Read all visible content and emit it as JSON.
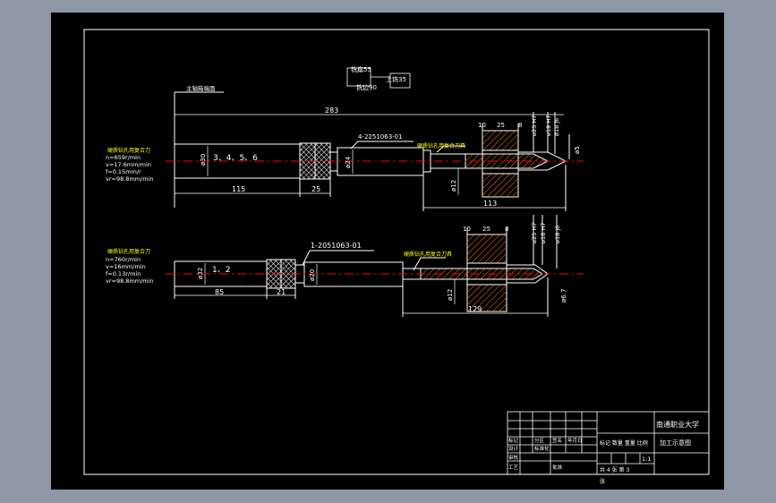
{
  "colors": {
    "background": "#8d97a6",
    "sheet": "#000000",
    "line": "#ffffff",
    "annotation": "#ffff00",
    "centerline": "#ff0000",
    "hatch": "#ff7f00"
  },
  "header": {
    "label_a": "铣扁55",
    "label_b": "上铣35",
    "label_c": "铣边90"
  },
  "top_view": {
    "ref_note": "主轴箱端面",
    "total_length": "283",
    "tool_code": "4-2251063-01",
    "station_label": "3、4、5、6",
    "dim_left_long": "115",
    "dim_left_short": "25",
    "dia_body": "ø30",
    "dia_shank": "ø24",
    "dia_small": "ø12",
    "dim_right": "113",
    "dim_10": "10",
    "dim_25": "25",
    "dim_8": "8",
    "dia_tip": "ø5",
    "dia_a": "ø25 H7",
    "dia_b": "ø18 H7",
    "dia_c": "ø18 j6",
    "cut_note": "硬质钻孔用复合刀具",
    "params_title": "硬质钻孔用复合刀",
    "param_1": "n=659r/min",
    "param_2": "v=17.6mm/min",
    "param_3": "f=0.15mm/r",
    "param_4": "vr=98.8mm/min"
  },
  "bottom_view": {
    "tool_code": "1-2051063-01",
    "station_label": "1、2",
    "dim_85": "85",
    "dim_21": "21",
    "dia_body": "ø32",
    "dia_shank": "ø20",
    "dia_small": "ø12",
    "dim_129": "129",
    "dim_10": "10",
    "dim_25": "25",
    "dim_8": "8",
    "dia_tip": "ø6.7",
    "dia_a": "ø25 H7",
    "dia_b": "ø18 H7",
    "dia_c": "ø18 j6",
    "cut_note": "硬质钻孔用复合刀具",
    "params_title": "硬质钻孔用复合刀",
    "param_1": "n=760r/min",
    "param_2": "v=16mm/min",
    "param_3": "f=0.13r/min",
    "param_4": "vr=98.8mm/min"
  },
  "title_block": {
    "school": "南通职业大学",
    "drawing_name": "加工示意图",
    "scale": "1:1",
    "marks": "标记 数量 重量 比例",
    "sheets": "共 4 张  第 3",
    "row_mark": "标记",
    "row_design": "设计",
    "row_audit": "审核",
    "row_process": "工艺",
    "row_zone": "分区",
    "row_sign": "签名",
    "row_date": "年月日",
    "row_extra": "标准化",
    "row_approve": "批准",
    "bottom_word": "张"
  }
}
